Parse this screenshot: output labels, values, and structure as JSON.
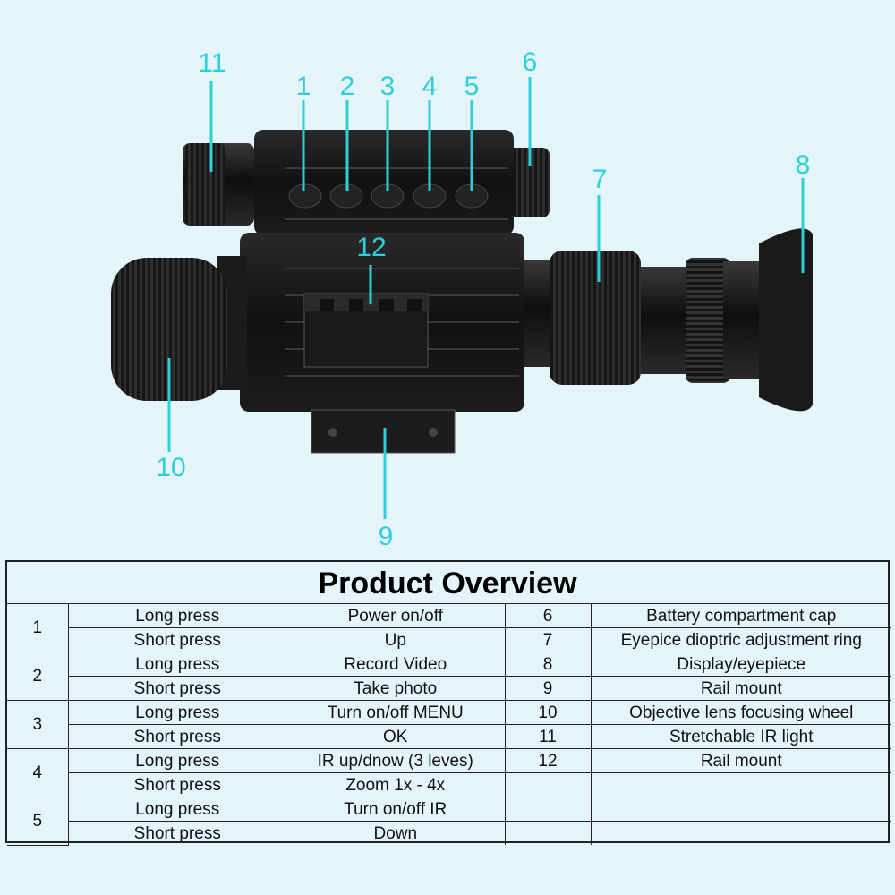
{
  "callouts": [
    "11",
    "1",
    "2",
    "3",
    "4",
    "5",
    "6",
    "7",
    "8",
    "12",
    "10",
    "9"
  ],
  "colors": {
    "accent": "#2ecfd8",
    "background": "#e4f5fa",
    "border": "#222222"
  },
  "overview": {
    "title": "Product Overview",
    "buttons": [
      {
        "num": "1",
        "long_label": "Long press",
        "long_action": "Power on/off",
        "short_label": "Short press",
        "short_action": "Up"
      },
      {
        "num": "2",
        "long_label": "Long press",
        "long_action": "Record Video",
        "short_label": "Short press",
        "short_action": "Take photo"
      },
      {
        "num": "3",
        "long_label": "Long press",
        "long_action": "Turn on/off MENU",
        "short_label": "Short press",
        "short_action": "OK"
      },
      {
        "num": "4",
        "long_label": "Long press",
        "long_action": "IR up/dnow (3 leves)",
        "short_label": "Short press",
        "short_action": "Zoom 1x - 4x"
      },
      {
        "num": "5",
        "long_label": "Long press",
        "long_action": "Turn on/off IR",
        "short_label": "Short press",
        "short_action": "Down"
      }
    ],
    "parts": [
      {
        "num": "6",
        "name": "Battery compartment cap"
      },
      {
        "num": "7",
        "name": "Eyepice dioptric adjustment ring"
      },
      {
        "num": "8",
        "name": "Display/eyepiece"
      },
      {
        "num": "9",
        "name": "Rail mount"
      },
      {
        "num": "10",
        "name": "Objective lens focusing wheel"
      },
      {
        "num": "11",
        "name": "Stretchable IR light"
      },
      {
        "num": "12",
        "name": "Rail mount"
      }
    ]
  }
}
